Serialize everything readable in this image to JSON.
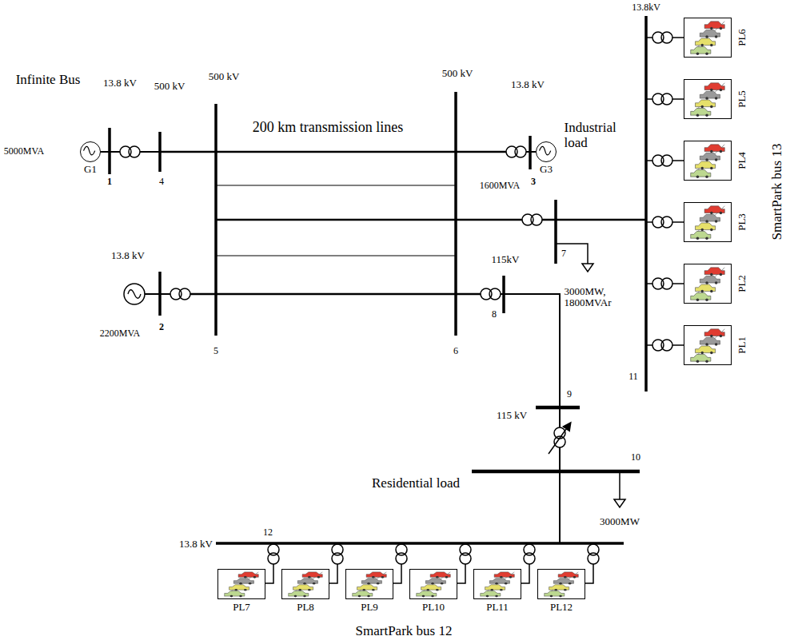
{
  "diagram": {
    "nodes": [
      {
        "text": [
          "G1"
        ]
      },
      {
        "text": [
          "G3"
        ]
      },
      {
        "text": [
          "PL6"
        ]
      },
      {
        "text": [
          "PL5"
        ]
      },
      {
        "text": [
          "PL4"
        ]
      },
      {
        "text": [
          "PL3"
        ]
      },
      {
        "text": [
          "PL2"
        ]
      },
      {
        "text": [
          "PL1"
        ]
      },
      {
        "text": [
          "PL7"
        ]
      },
      {
        "text": [
          "PL8"
        ]
      },
      {
        "text": [
          "PL9"
        ]
      },
      {
        "text": [
          "PL10"
        ]
      },
      {
        "text": [
          "PL11"
        ]
      },
      {
        "text": [
          "PL12"
        ]
      }
    ],
    "labels": [
      "Infinite Bus",
      "13.8 kV",
      "500 kV",
      "500 kV",
      "200 km transmission lines",
      "500 kV",
      "13.8 kV",
      "5000MVA",
      "1",
      "4",
      "1600MVA",
      "3",
      "Industrial load",
      "7",
      "3000MW, 1800MVAr",
      "13.8 kV",
      "2200MVA",
      "2",
      "5",
      "6",
      "115kV",
      "8",
      "115 kV",
      "9",
      "Residential load",
      "10",
      "3000MW",
      "12",
      "13.8 kV",
      "SmartPark bus 12",
      "13.8kV",
      "11",
      "SmartPark bus 13"
    ]
  }
}
